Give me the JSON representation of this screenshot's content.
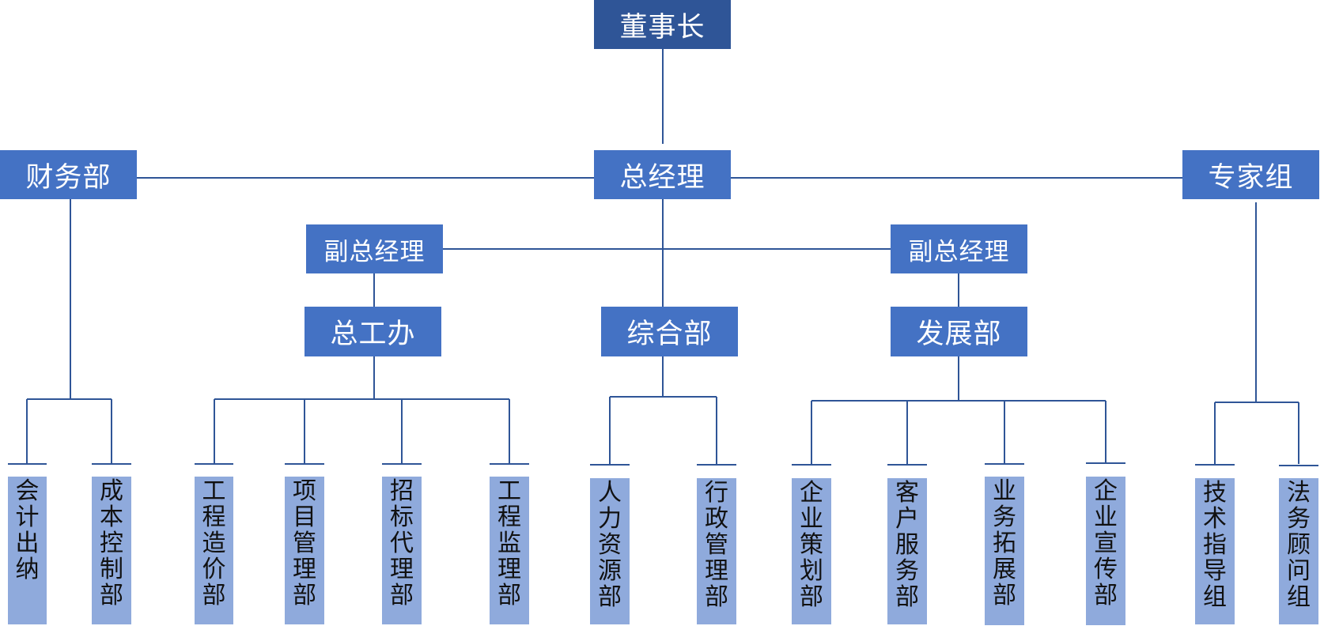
{
  "chart": {
    "chairman": "董事长",
    "general_manager": "总经理",
    "finance": "财务部",
    "experts": "专家组",
    "vp_left": "副总经理",
    "vp_right": "副总经理",
    "chief_engineer_office": "总工办",
    "general_dept": "综合部",
    "development": "发展部",
    "leaves": [
      "会计出纳",
      "成本控制部",
      "工程造价部",
      "项目管理部",
      "招标代理部",
      "工程监理部",
      "人力资源部",
      "行政管理部",
      "企业策划部",
      "客户服务部",
      "业务拓展部",
      "企业宣传部",
      "技术指导组",
      "法务顾问组"
    ]
  },
  "colors": {
    "chairman": "#2F5597",
    "manager": "#4472C4",
    "leaf": "#8FAADC",
    "line": "#2F5597"
  }
}
